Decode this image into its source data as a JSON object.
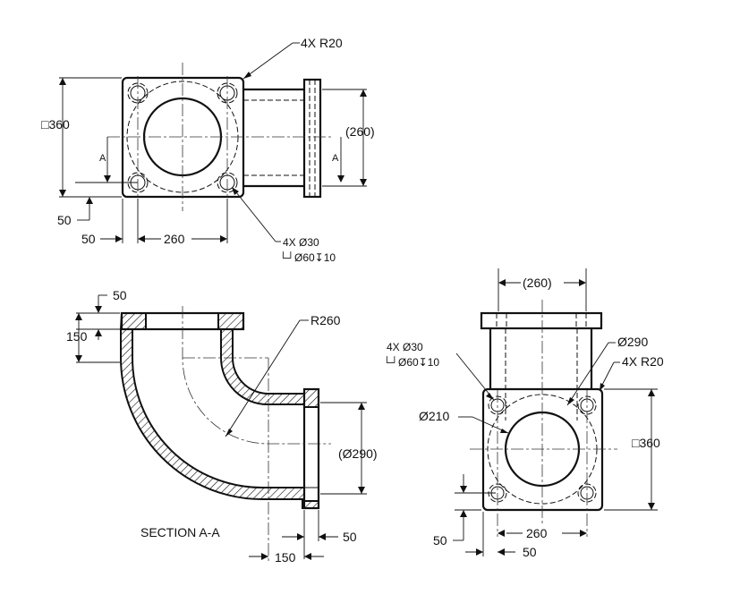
{
  "top_view": {
    "corner_radius_note": "4X R20",
    "square_size": "□360",
    "pipe_dia_ref": "(260)",
    "section_mark_left": "A",
    "section_mark_right": "A",
    "edge_offset": "50",
    "edge_offset_x": "50",
    "bolt_spacing": "260",
    "hole_note": "4X Ø30",
    "counterbore_note": "└┘Ø60↧10"
  },
  "section_view": {
    "flange_thickness": "50",
    "flange_height": "150",
    "bend_radius": "R260",
    "flange_dia_ref": "(Ø290)",
    "outlet_flange_thickness": "50",
    "outlet_length": "150",
    "title": "SECTION A-A"
  },
  "side_view": {
    "pipe_dia_ref": "(260)",
    "hole_note": "4X Ø30",
    "counterbore_note": "└┘Ø60↧10",
    "bolt_circle": "Ø290",
    "corner_radius_note": "4X R20",
    "bore": "Ø210",
    "square_size": "□360",
    "edge_offset": "50",
    "bolt_spacing": "260",
    "edge_offset_x": "50"
  }
}
